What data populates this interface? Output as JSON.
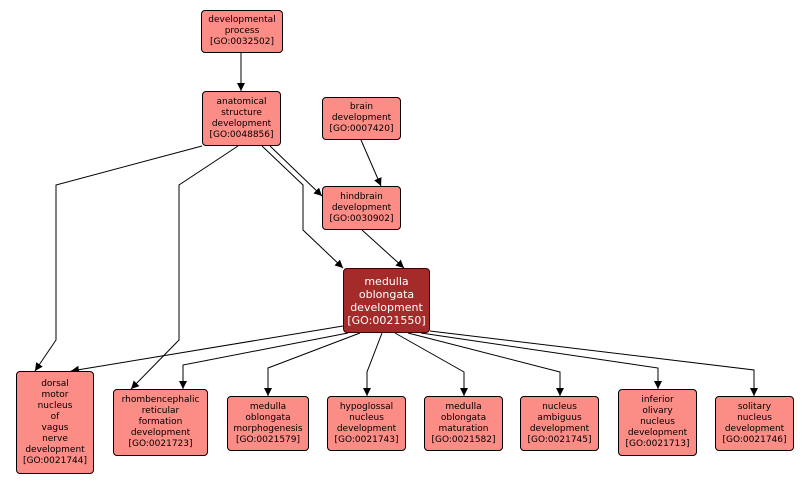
{
  "colors": {
    "node_fill": "#fb8c86",
    "focus_fill": "#a52a2a",
    "focus_text": "#ffffff",
    "edge": "#000000"
  },
  "nodes": {
    "developmental_process": {
      "name": [
        "developmental",
        "process"
      ],
      "id": "[GO:0032502]"
    },
    "anatomical_structure_development": {
      "name": [
        "anatomical",
        "structure",
        "development"
      ],
      "id": "[GO:0048856]"
    },
    "brain_development": {
      "name": [
        "brain",
        "development"
      ],
      "id": "[GO:0007420]"
    },
    "hindbrain_development": {
      "name": [
        "hindbrain",
        "development"
      ],
      "id": "[GO:0030902]"
    },
    "medulla_oblongata_development": {
      "name": [
        "medulla",
        "oblongata",
        "development"
      ],
      "id": "[GO:0021550]"
    },
    "dorsal_motor_nucleus_of_vagus_nerve_development": {
      "name": [
        "dorsal",
        "motor",
        "nucleus",
        "of",
        "vagus",
        "nerve",
        "development"
      ],
      "id": "[GO:0021744]"
    },
    "rhombencephalic_reticular_formation_development": {
      "name": [
        "rhombencephalic",
        "reticular",
        "formation",
        "development"
      ],
      "id": "[GO:0021723]"
    },
    "medulla_oblongata_morphogenesis": {
      "name": [
        "medulla",
        "oblongata",
        "morphogenesis"
      ],
      "id": "[GO:0021579]"
    },
    "hypoglossal_nucleus_development": {
      "name": [
        "hypoglossal",
        "nucleus",
        "development"
      ],
      "id": "[GO:0021743]"
    },
    "medulla_oblongata_maturation": {
      "name": [
        "medulla",
        "oblongata",
        "maturation"
      ],
      "id": "[GO:0021582]"
    },
    "nucleus_ambiguus_development": {
      "name": [
        "nucleus",
        "ambiguus",
        "development"
      ],
      "id": "[GO:0021745]"
    },
    "inferior_olivary_nucleus_development": {
      "name": [
        "inferior",
        "olivary",
        "nucleus",
        "development"
      ],
      "id": "[GO:0021713]"
    },
    "solitary_nucleus_development": {
      "name": [
        "solitary",
        "nucleus",
        "development"
      ],
      "id": "[GO:0021746]"
    }
  },
  "edges": [
    {
      "from": "developmental_process",
      "to": "anatomical_structure_development"
    },
    {
      "from": "anatomical_structure_development",
      "to": "hindbrain_development"
    },
    {
      "from": "brain_development",
      "to": "hindbrain_development"
    },
    {
      "from": "hindbrain_development",
      "to": "medulla_oblongata_development"
    },
    {
      "from": "anatomical_structure_development",
      "to": "medulla_oblongata_development"
    },
    {
      "from": "anatomical_structure_development",
      "to": "dorsal_motor_nucleus_of_vagus_nerve_development"
    },
    {
      "from": "anatomical_structure_development",
      "to": "rhombencephalic_reticular_formation_development"
    },
    {
      "from": "medulla_oblongata_development",
      "to": "dorsal_motor_nucleus_of_vagus_nerve_development"
    },
    {
      "from": "medulla_oblongata_development",
      "to": "rhombencephalic_reticular_formation_development"
    },
    {
      "from": "medulla_oblongata_development",
      "to": "medulla_oblongata_morphogenesis"
    },
    {
      "from": "medulla_oblongata_development",
      "to": "hypoglossal_nucleus_development"
    },
    {
      "from": "medulla_oblongata_development",
      "to": "medulla_oblongata_maturation"
    },
    {
      "from": "medulla_oblongata_development",
      "to": "nucleus_ambiguus_development"
    },
    {
      "from": "medulla_oblongata_development",
      "to": "inferior_olivary_nucleus_development"
    },
    {
      "from": "medulla_oblongata_development",
      "to": "solitary_nucleus_development"
    }
  ]
}
